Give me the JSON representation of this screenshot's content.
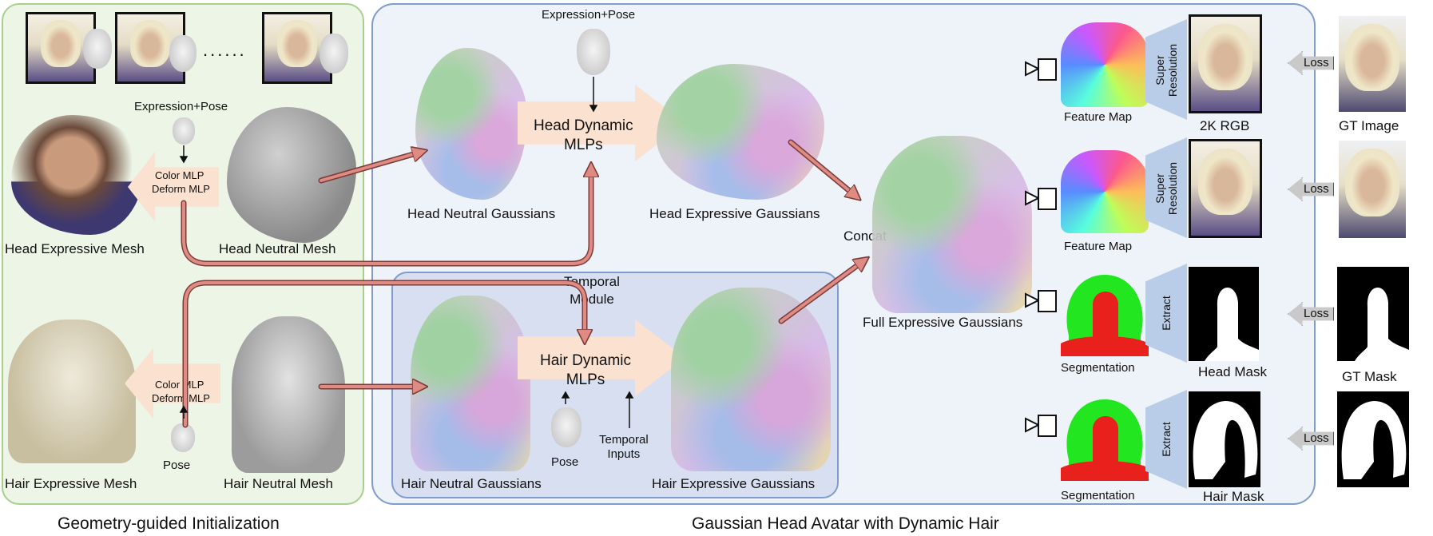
{
  "panels": {
    "left_caption": "Geometry-guided Initialization",
    "main_caption": "Gaussian Head Avatar with Dynamic Hair",
    "temporal_label": "Temporal\nModule"
  },
  "left": {
    "dots": "......",
    "expression_pose": "Expression+Pose",
    "color_mlp": "Color MLP",
    "deform_mlp": "Deform MLP",
    "head_expressive_mesh": "Head Expressive Mesh",
    "head_neutral_mesh": "Head Neutral Mesh",
    "hair_expressive_mesh": "Hair Expressive Mesh",
    "hair_neutral_mesh": "Hair Neutral Mesh",
    "pose": "Pose"
  },
  "middle": {
    "expression_pose": "Expression+Pose",
    "head_dynamic_mlps": "Head Dynamic\nMLPs",
    "hair_dynamic_mlps": "Hair Dynamic\nMLPs",
    "head_neutral_gaussians": "Head Neutral Gaussians",
    "head_expressive_gaussians": "Head Expressive Gaussians",
    "hair_neutral_gaussians": "Hair Neutral Gaussians",
    "hair_expressive_gaussians": "Hair Expressive Gaussians",
    "pose": "Pose",
    "temporal_inputs": "Temporal\nInputs",
    "concat": "Concat",
    "full_expressive_gaussians": "Full Expressive Gaussians"
  },
  "right": {
    "feature_map": "Feature Map",
    "super_resolution": "Super\nResolution",
    "extract": "Extract",
    "segmentation": "Segmentation",
    "rgb_2k": "2K RGB",
    "head_mask": "Head Mask",
    "hair_mask": "Hair Mask",
    "gt_image": "GT Image",
    "gt_mask": "GT Mask",
    "loss": "Loss"
  },
  "colors": {
    "left_panel_fill": "#edf5e6",
    "left_panel_border": "#a6d08c",
    "main_panel_fill": "#eef2f9",
    "main_panel_border": "#7f9ccc",
    "arrow_fill": "#fbe1cf",
    "flow_arrow": "#e08a84",
    "seg_hair": "#22e61f",
    "seg_face": "#e8211c"
  }
}
